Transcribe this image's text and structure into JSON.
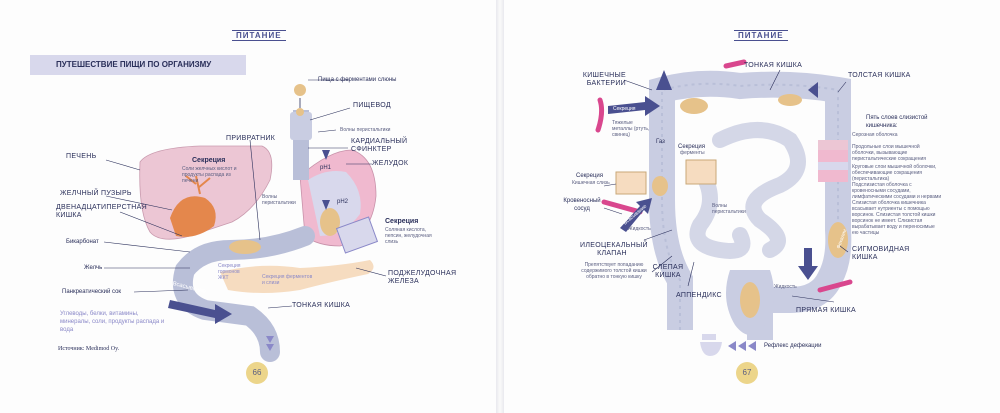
{
  "left_page": {
    "section": "ПИТАНИЕ",
    "title": "ПУТЕШЕСТВИЕ ПИЩИ ПО ОРГАНИЗМУ",
    "page_number": "66",
    "source": "Источник: Medimod Oy.",
    "labels": {
      "food": "Пища с ферментами слюны",
      "esophagus": "ПИЩЕВОД",
      "peristalsis_waves": "Волны перистальтики",
      "pylorus": "ПРИВРАТНИК",
      "cardiac_sphincter": "КАРДИАЛЬНЫЙ СФИНКТЕР",
      "liver": "ПЕЧЕНЬ",
      "stomach": "ЖЕЛУДОК",
      "secretion_bile_title": "Секреция",
      "secretion_bile_text": "Соли желчных кислот и продукты распада из печени",
      "gallbladder": "ЖЕЛЧНЫЙ ПУЗЫРЬ",
      "duodenum": "ДВЕНАДЦАТИПЕРСТНАЯ КИШКА",
      "bicarbonate": "Бикарбонат",
      "bile": "Желчь",
      "pancreatic_juice": "Панкреатический сок",
      "nutrients": "Углеводы, белки, витамины, минералы, соли, продукты распада и вода",
      "ph1": "pH1",
      "ph2": "pH2",
      "peristalsis_vertical": "Волны перистальтики",
      "secretion_stomach_title": "Секреция",
      "secretion_stomach_text": "Соляная кислота, пепсин, желудочная слизь",
      "pancreas": "ПОДЖЕЛУДОЧНАЯ ЖЕЛЕЗА",
      "small_intestine": "ТОНКАЯ КИШКА",
      "secretion_hormones": "Секреция гормонов ЖКТ",
      "secretion_enzymes": "Секреция ферментов и слизи",
      "absorption": "Всасывание"
    }
  },
  "right_page": {
    "section": "ПИТАНИЕ",
    "page_number": "67",
    "labels": {
      "bacteria": "КИШЕЧНЫЕ БАКТЕРИИ",
      "small_intestine": "ТОНКАЯ КИШКА",
      "large_intestine": "ТОЛСТАЯ КИШКА",
      "secretion_arrow": "Секреция",
      "heavy_metals": "Тяжелые металлы (ртуть, свинец)",
      "gas": "Газ",
      "secretion_enzymes_title": "Секреция",
      "secretion_enzymes_text": "ферменты",
      "peristalsis": "Волны перистальтики",
      "secretion_mucus_title": "Секреция",
      "secretion_mucus_text": "Кишечная слизь",
      "blood_vessel": "Кровеносный сосуд",
      "absorption": "Всасывание",
      "liquid": "Жидкость",
      "ileocecal_valve": "ИЛЕОЦЕКАЛЬНЫЙ КЛАПАН",
      "valve_note": "Препятствует попаданию содержимого толстой кишки обратно в тонкую кишку",
      "cecum": "СЛЕПАЯ КИШКА",
      "appendix": "АППЕНДИКС",
      "feces": "Фекалии",
      "sigmoid": "СИГМОВИДНАЯ КИШКА",
      "liquid2": "Жидкость",
      "rectum": "ПРЯМАЯ КИШКА",
      "defecation": "Рефлекс дефекации",
      "layers_title": "Пять слоев слизистой кишечника:",
      "layers": [
        "Серозная оболочка",
        "Продольные слои мышечной оболочки, вызывающие перистальтические сокращения",
        "Круговые слои мышечной оболочки, обеспечивающие сокращения (перистальтика)",
        "Подслизистая оболочка с кровеносными сосудами, лимфатическими сосудами и нервами",
        "Слизистая оболочка кишечника всасывает нутриенты с помощью ворсинок. Слизистая толстой кишки ворсинок не имеет. Слизистая вырабатывает воду и переносимые ею частицы"
      ]
    }
  },
  "colors": {
    "navy": "#2a2f5a",
    "purple": "#4a5090",
    "lavender": "#d8d8ec",
    "tube": "#b9bfd8",
    "stomach_pink": "#f0b9cf",
    "liver_pink": "#ecc6d4",
    "food_tan": "#e6c28a",
    "gall_orange": "#e4874c",
    "magenta": "#d9478e",
    "page_badge": "#ecd58a"
  }
}
